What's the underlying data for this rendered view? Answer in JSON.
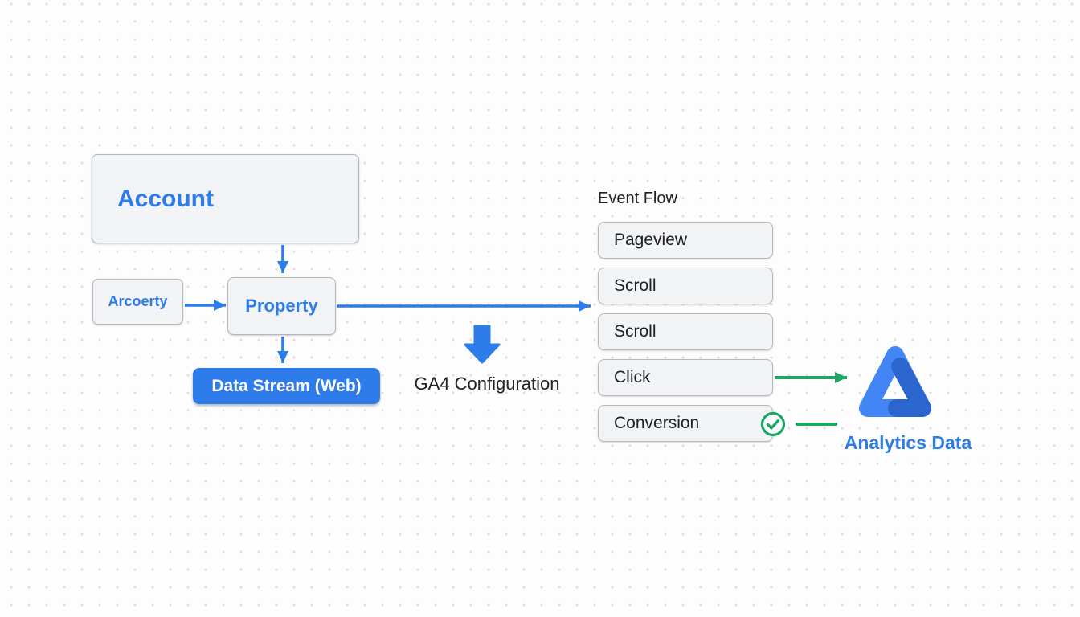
{
  "colors": {
    "blue": "#2e7ce9",
    "green": "#1ea566",
    "dark_text": "#202124",
    "box_fill": "#f1f3f4",
    "box_border": "#b4b7bb",
    "logo_light": "#4285f4",
    "logo_dark": "#2b66cf",
    "bg": "#fdfdfe",
    "dot": "#dcdde1"
  },
  "nodes": {
    "account": {
      "label": "Account"
    },
    "arcoerty": {
      "label": "Arcoerty"
    },
    "property": {
      "label": "Property"
    },
    "data_stream": {
      "label": "Data Stream (Web)"
    },
    "ga4": {
      "label": "GA4 Configuration"
    },
    "analytics": {
      "label": "Analytics Data"
    }
  },
  "event_flow": {
    "title": "Event Flow",
    "items": [
      "Pageview",
      "Scroll",
      "Scroll",
      "Click",
      "Conversion"
    ]
  },
  "icons": {
    "ga4_arrow": "arrow-down-icon",
    "conversion_check": "check-circle-icon",
    "analytics_logo": "analytics-triangle-logo"
  }
}
